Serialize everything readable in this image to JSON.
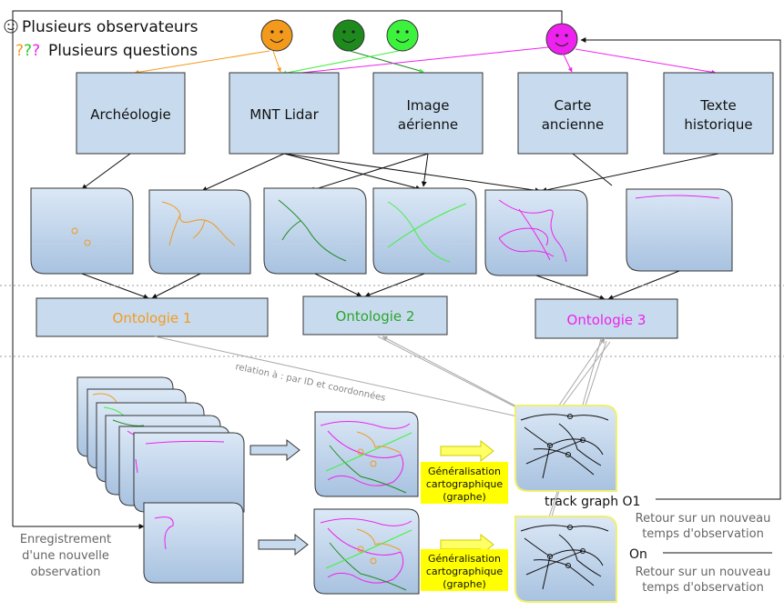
{
  "legend": {
    "observers_icon": "smiley-icon",
    "observers": "Plusieurs observateurs",
    "questions_marks": [
      "?",
      "?",
      "?"
    ],
    "questions": "Plusieurs questions",
    "question_mark_colors": [
      "#f39a1d",
      "#22cc22",
      "#ee22ee"
    ]
  },
  "observers": [
    {
      "name": "orange-observer",
      "color": "#f39a1d"
    },
    {
      "name": "darkgreen-observer",
      "color": "#1e8a1e"
    },
    {
      "name": "green-observer",
      "color": "#3df23d"
    },
    {
      "name": "magenta-observer",
      "color": "#ee22ee"
    }
  ],
  "sources": [
    "Archéologie",
    "MNT Lidar",
    [
      "Image",
      "aérienne"
    ],
    [
      "Carte",
      "ancienne"
    ],
    [
      "Texte",
      "historique"
    ]
  ],
  "ontologies": [
    {
      "label": "Ontologie 1",
      "color": "#f39a1d"
    },
    {
      "label": "Ontologie 2",
      "color": "#2aa52a"
    },
    {
      "label": "Ontologie 3",
      "color": "#ee22ee"
    }
  ],
  "relation_label": "relation à : par ID et coordonnées",
  "generalisation": [
    "Généralisation",
    "cartographique",
    "(graphe)"
  ],
  "track_graph": "track graph O1",
  "on_label": "On",
  "retour": [
    "Retour sur un nouveau",
    "temps d'observation"
  ],
  "enregistrement": [
    "Enregistrement",
    "d'une nouvelle",
    "observation"
  ],
  "colors": {
    "box": "#c8dbee",
    "highlight": "#ffff00",
    "track_border": "#f0f070"
  }
}
